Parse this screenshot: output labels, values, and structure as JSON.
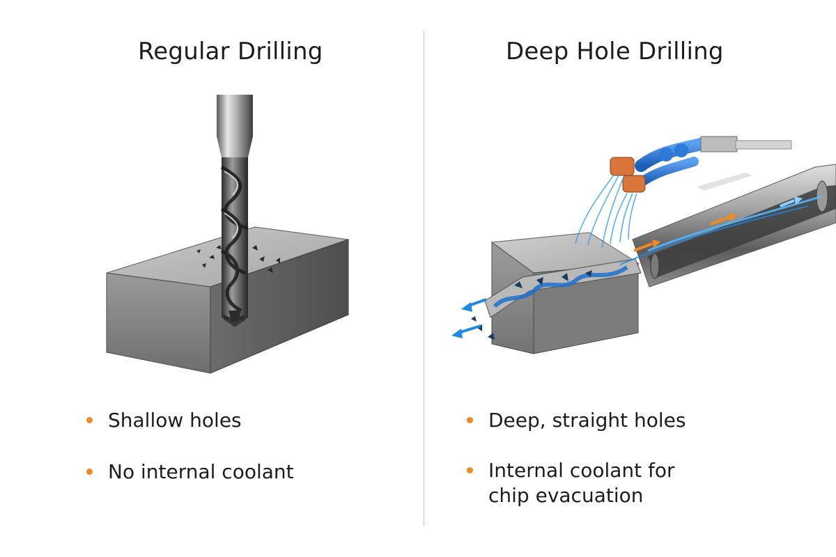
{
  "colors": {
    "accent_bullet": "#f08a24",
    "coolant_blue": "#1e88e5",
    "fitting_orange": "#d9743a",
    "steel_gray": "#8a8a8a"
  },
  "left_panel": {
    "title": "Regular Drilling",
    "bullets": [
      "Shallow holes",
      "No internal coolant"
    ],
    "illustration": {
      "subject": "twist drill entering steel block",
      "icons": [
        "twist-drill-icon",
        "steel-block-icon",
        "metal-chips-icon"
      ]
    }
  },
  "right_panel": {
    "title": "Deep Hole Drilling",
    "bullets": [
      "Deep, straight holes",
      "Internal coolant for\nchip evacuation"
    ],
    "illustration": {
      "subject": "gun drill with internal coolant flushing chips",
      "icons": [
        "coolant-hose-icon",
        "coolant-spray-icon",
        "drill-tube-icon",
        "steel-block-icon",
        "flow-arrow-icon",
        "chip-evacuation-icon"
      ]
    }
  }
}
